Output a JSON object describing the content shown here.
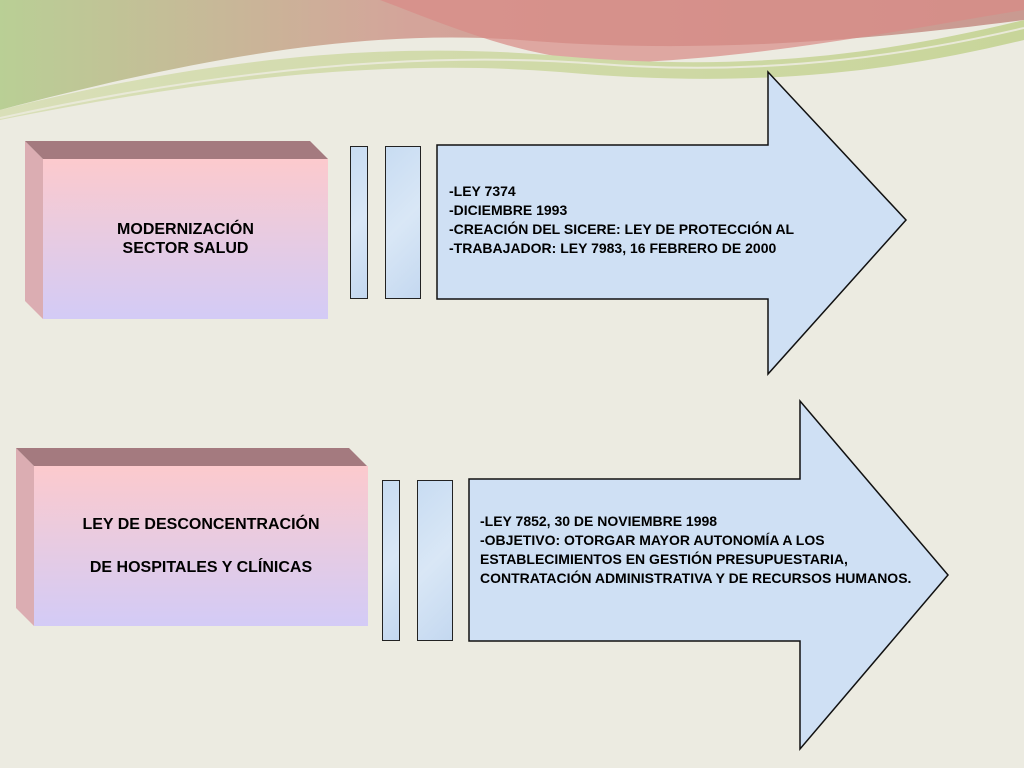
{
  "top_block": {
    "box_lines": [
      "MODERNIZACIÓN",
      "SECTOR SALUD"
    ],
    "arrow_items": [
      "-LEY 7374",
      "-DICIEMBRE 1993",
      "-CREACIÓN DEL SICERE: LEY DE PROTECCIÓN AL",
      "-TRABAJADOR: LEY 7983, 16 FEBRERO DE 2000"
    ]
  },
  "bottom_block": {
    "box_line_1": "LEY DE DESCONCENTRACIÓN",
    "box_line_2": "DE HOSPITALES Y CLÍNICAS",
    "arrow_item_1": "-LEY 7852, 30 DE NOVIEMBRE 1998",
    "arrow_item_2": "-OBJETIVO: OTORGAR MAYOR AUTONOMÍA A LOS ESTABLECIMIENTOS EN GESTIÓN PRESUPUESTARIA, CONTRATACIÓN ADMINISTRATIVA Y DE RECURSOS HUMANOS."
  },
  "colors": {
    "background": "#ecebe1",
    "box_top": "#c9cdea",
    "box_bottom": "#d3cbf6",
    "bevel": "#a47a7f",
    "arrow_fill": "#cfe0f4"
  }
}
